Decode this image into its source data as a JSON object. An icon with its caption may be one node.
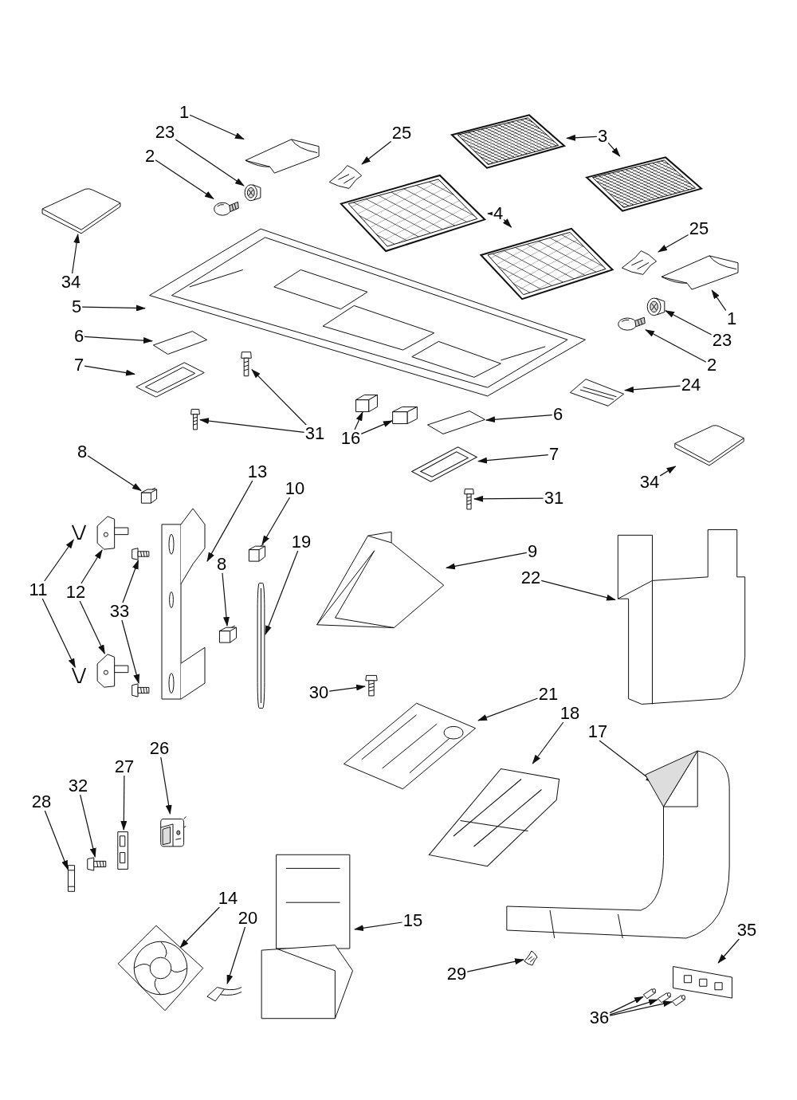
{
  "diagram": {
    "nodes": [
      {
        "text": [
          "1"
        ]
      },
      {
        "text": [],
        "shape": "picture"
      },
      {
        "text": [
          "23"
        ]
      },
      {
        "text": [],
        "shape": "picture"
      },
      {
        "text": [
          "2"
        ]
      },
      {
        "text": [],
        "shape": "picture"
      },
      {
        "text": [
          "25"
        ]
      },
      {
        "text": [],
        "shape": "picture"
      },
      {
        "text": [
          "3"
        ]
      },
      {
        "text": [],
        "shape": "picture"
      },
      {
        "text": [],
        "shape": "picture"
      },
      {
        "text": [
          "4"
        ]
      },
      {
        "text": [],
        "shape": "picture"
      },
      {
        "text": [],
        "shape": "picture"
      },
      {
        "text": [
          "34"
        ]
      },
      {
        "text": [],
        "shape": "picture"
      },
      {
        "text": [
          "5"
        ]
      },
      {
        "text": [],
        "shape": "picture"
      },
      {
        "text": [
          "25"
        ]
      },
      {
        "text": [],
        "shape": "picture"
      },
      {
        "text": [
          "1"
        ]
      },
      {
        "text": [],
        "shape": "picture"
      },
      {
        "text": [
          "23"
        ]
      },
      {
        "text": [],
        "shape": "picture"
      },
      {
        "text": [
          "2"
        ]
      },
      {
        "text": [],
        "shape": "picture"
      },
      {
        "text": [
          "6"
        ]
      },
      {
        "text": [],
        "shape": "picture"
      },
      {
        "text": [
          "7"
        ]
      },
      {
        "text": [],
        "shape": "picture"
      },
      {
        "text": [
          "31"
        ]
      },
      {
        "text": [],
        "shape": "picture"
      },
      {
        "text": [],
        "shape": "picture"
      },
      {
        "text": [
          "24"
        ]
      },
      {
        "text": [],
        "shape": "picture"
      },
      {
        "text": [
          "16"
        ]
      },
      {
        "text": [],
        "shape": "picture"
      },
      {
        "text": [],
        "shape": "picture"
      },
      {
        "text": [
          "6"
        ]
      },
      {
        "text": [],
        "shape": "picture"
      },
      {
        "text": [
          "7"
        ]
      },
      {
        "text": [],
        "shape": "picture"
      },
      {
        "text": [
          "31"
        ]
      },
      {
        "text": [],
        "shape": "picture"
      },
      {
        "text": [
          "34"
        ]
      },
      {
        "text": [],
        "shape": "picture"
      },
      {
        "text": [
          "8"
        ]
      },
      {
        "text": [],
        "shape": "picture"
      },
      {
        "text": [
          "13"
        ]
      },
      {
        "text": [],
        "shape": "picture"
      },
      {
        "text": [
          "10"
        ]
      },
      {
        "text": [],
        "shape": "picture"
      },
      {
        "text": [
          "11"
        ]
      },
      {
        "text": [],
        "shape": "picture"
      },
      {
        "text": [],
        "shape": "picture"
      },
      {
        "text": [
          "12"
        ]
      },
      {
        "text": [],
        "shape": "picture"
      },
      {
        "text": [],
        "shape": "picture"
      },
      {
        "text": [
          "33"
        ]
      },
      {
        "text": [],
        "shape": "picture"
      },
      {
        "text": [],
        "shape": "picture"
      },
      {
        "text": [
          "8"
        ]
      },
      {
        "text": [],
        "shape": "picture"
      },
      {
        "text": [
          "19"
        ]
      },
      {
        "text": [],
        "shape": "picture"
      },
      {
        "text": [
          "9"
        ]
      },
      {
        "text": [],
        "shape": "picture"
      },
      {
        "text": [
          "22"
        ]
      },
      {
        "text": [],
        "shape": "picture"
      },
      {
        "text": [
          "30"
        ]
      },
      {
        "text": [],
        "shape": "picture"
      },
      {
        "text": [
          "21"
        ]
      },
      {
        "text": [],
        "shape": "picture"
      },
      {
        "text": [
          "18"
        ]
      },
      {
        "text": [],
        "shape": "picture"
      },
      {
        "text": [
          "17"
        ]
      },
      {
        "text": [],
        "shape": "picture"
      },
      {
        "text": [
          "26"
        ]
      },
      {
        "text": [],
        "shape": "picture"
      },
      {
        "text": [
          "27"
        ]
      },
      {
        "text": [],
        "shape": "picture"
      },
      {
        "text": [
          "32"
        ]
      },
      {
        "text": [],
        "shape": "picture"
      },
      {
        "text": [
          "28"
        ]
      },
      {
        "text": [],
        "shape": "picture"
      },
      {
        "text": [
          "14"
        ]
      },
      {
        "text": [],
        "shape": "picture"
      },
      {
        "text": [
          "20"
        ]
      },
      {
        "text": [],
        "shape": "picture"
      },
      {
        "text": [
          "15"
        ]
      },
      {
        "text": [],
        "shape": "picture"
      },
      {
        "text": [
          "29"
        ]
      },
      {
        "text": [],
        "shape": "picture"
      },
      {
        "text": [
          "35"
        ]
      },
      {
        "text": [],
        "shape": "picture"
      },
      {
        "text": [
          "36"
        ]
      },
      {
        "text": [],
        "shape": "picture"
      },
      {
        "text": [],
        "shape": "picture"
      },
      {
        "text": [],
        "shape": "picture"
      }
    ],
    "edges": [
      {
        "from": 0,
        "to": 1,
        "arrow": "to"
      },
      {
        "from": 2,
        "to": 3,
        "arrow": "to"
      },
      {
        "from": 4,
        "to": 5,
        "arrow": "to"
      },
      {
        "from": 6,
        "to": 7,
        "arrow": "to"
      },
      {
        "from": 8,
        "to": 9,
        "arrow": "to"
      },
      {
        "from": 8,
        "to": 10,
        "arrow": "to"
      },
      {
        "from": 11,
        "to": 12,
        "arrow": "to"
      },
      {
        "from": 11,
        "to": 13,
        "arrow": "to"
      },
      {
        "from": 14,
        "to": 15,
        "arrow": "to"
      },
      {
        "from": 16,
        "to": 17,
        "arrow": "to"
      },
      {
        "from": 18,
        "to": 19,
        "arrow": "to"
      },
      {
        "from": 20,
        "to": 21,
        "arrow": "to"
      },
      {
        "from": 22,
        "to": 23,
        "arrow": "to"
      },
      {
        "from": 24,
        "to": 25,
        "arrow": "to"
      },
      {
        "from": 26,
        "to": 27,
        "arrow": "to"
      },
      {
        "from": 28,
        "to": 29,
        "arrow": "to"
      },
      {
        "from": 30,
        "to": 31,
        "arrow": "to"
      },
      {
        "from": 30,
        "to": 32,
        "arrow": "to"
      },
      {
        "from": 33,
        "to": 34,
        "arrow": "to"
      },
      {
        "from": 35,
        "to": 36,
        "arrow": "to"
      },
      {
        "from": 35,
        "to": 37,
        "arrow": "to"
      },
      {
        "from": 38,
        "to": 39,
        "arrow": "to"
      },
      {
        "from": 40,
        "to": 41,
        "arrow": "to"
      },
      {
        "from": 42,
        "to": 43,
        "arrow": "to"
      },
      {
        "from": 44,
        "to": 45,
        "arrow": "to"
      },
      {
        "from": 46,
        "to": 47,
        "arrow": "to"
      },
      {
        "from": 48,
        "to": 49,
        "arrow": "to"
      },
      {
        "from": 50,
        "to": 51,
        "arrow": "to"
      },
      {
        "from": 52,
        "to": 53,
        "arrow": "to"
      },
      {
        "from": 52,
        "to": 54,
        "arrow": "to"
      },
      {
        "from": 55,
        "to": 56,
        "arrow": "to"
      },
      {
        "from": 55,
        "to": 57,
        "arrow": "to"
      },
      {
        "from": 58,
        "to": 59,
        "arrow": "to"
      },
      {
        "from": 58,
        "to": 60,
        "arrow": "to"
      },
      {
        "from": 61,
        "to": 62,
        "arrow": "to"
      },
      {
        "from": 63,
        "to": 64,
        "arrow": "to"
      },
      {
        "from": 65,
        "to": 66,
        "arrow": "to"
      },
      {
        "from": 67,
        "to": 68,
        "arrow": "to"
      },
      {
        "from": 69,
        "to": 70,
        "arrow": "to"
      },
      {
        "from": 71,
        "to": 72,
        "arrow": "to"
      },
      {
        "from": 73,
        "to": 74,
        "arrow": "to"
      },
      {
        "from": 75,
        "to": 76,
        "arrow": "to"
      },
      {
        "from": 77,
        "to": 78,
        "arrow": "to"
      },
      {
        "from": 79,
        "to": 80,
        "arrow": "to"
      },
      {
        "from": 81,
        "to": 82,
        "arrow": "to"
      },
      {
        "from": 83,
        "to": 84,
        "arrow": "to"
      },
      {
        "from": 85,
        "to": 86,
        "arrow": "to"
      },
      {
        "from": 87,
        "to": 88,
        "arrow": "to"
      },
      {
        "from": 89,
        "to": 90,
        "arrow": "to"
      },
      {
        "from": 91,
        "to": 92,
        "arrow": "to"
      },
      {
        "from": 93,
        "to": 94,
        "arrow": "to"
      },
      {
        "from": 95,
        "to": 96,
        "arrow": "to"
      },
      {
        "from": 95,
        "to": 97,
        "arrow": "to"
      },
      {
        "from": 95,
        "to": 98,
        "arrow": "to"
      }
    ]
  }
}
